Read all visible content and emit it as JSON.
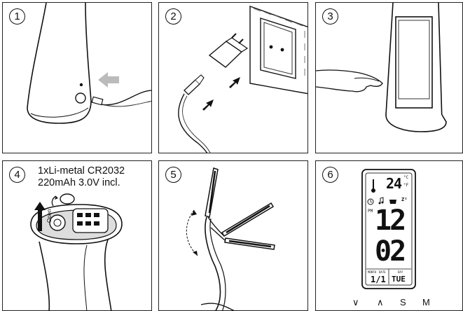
{
  "steps": {
    "s1": "1",
    "s2": "2",
    "s3": "3",
    "s4": "4",
    "s5": "5",
    "s6": "6"
  },
  "battery": {
    "line1": "1xLi-metal  CR2032",
    "line2": "220mAh 3.0V incl.",
    "open": "Open"
  },
  "lcd": {
    "temperature": "24",
    "temp_unit_c": "°C",
    "temp_unit_f": "°F",
    "pm": "PM",
    "hour": "12",
    "minute": "02",
    "month_label": "MONTH",
    "date_label": "DATE",
    "day_label": "DAY",
    "date_value": "1/1",
    "day_value": "TUE",
    "alarm_z": "Z²"
  },
  "buttons": {
    "down": "∨",
    "up": "∧",
    "set": "S",
    "mode": "M"
  }
}
